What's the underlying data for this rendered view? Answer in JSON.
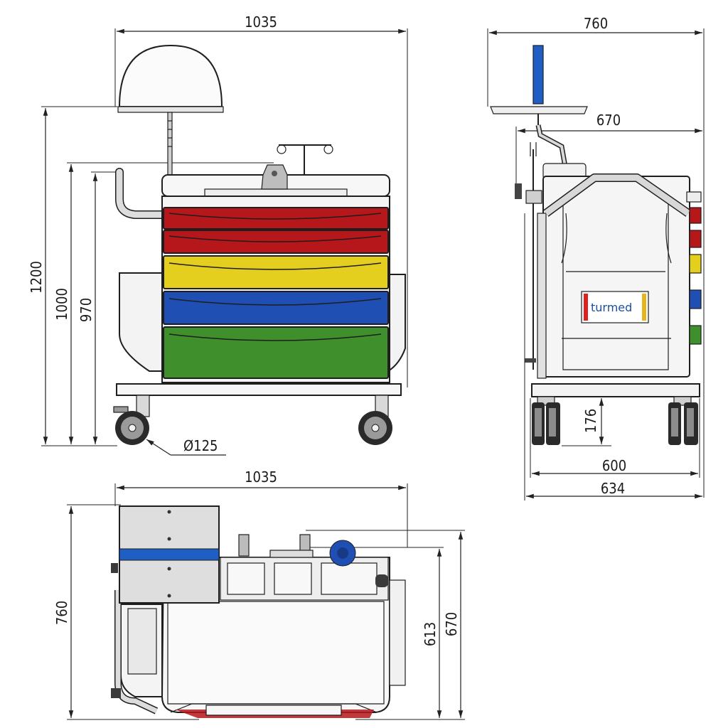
{
  "colors": {
    "drawer_red": "#b5171b",
    "drawer_red_dark": "#7e0f12",
    "drawer_yellow": "#e4cf1e",
    "drawer_blue": "#1f4fb3",
    "drawer_green": "#3f8f2d",
    "body_white": "#f6f6f6",
    "frame_grey": "#d8d8d8",
    "tray_grey": "#dcdcdc",
    "line": "#1e1e1e"
  },
  "front_view": {
    "width_label": "1035",
    "height_total_label": "1200",
    "height_handle_label": "1000",
    "height_top_label": "970",
    "wheel_label": "Ø125"
  },
  "side_view": {
    "width_top_label": "760",
    "width_mid_label": "670",
    "wheel_height_label": "176",
    "base_width_label": "600",
    "overall_width_label": "634",
    "logo_text": "turmed"
  },
  "top_view": {
    "width_label": "1035",
    "depth_label": "760",
    "depth_a_label": "613",
    "depth_b_label": "670"
  }
}
